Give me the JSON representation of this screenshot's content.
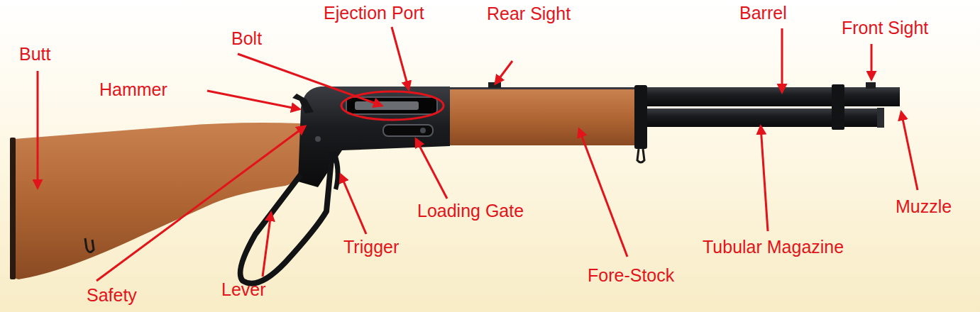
{
  "diagram": {
    "labels": [
      "Butt",
      "Bolt",
      "Ejection Port",
      "Rear Sight",
      "Barrel",
      "Front Sight",
      "Hammer",
      "Muzzle",
      "Loading Gate",
      "Trigger",
      "Tubular Magazine",
      "Fore-Stock",
      "Safety",
      "Lever"
    ]
  }
}
